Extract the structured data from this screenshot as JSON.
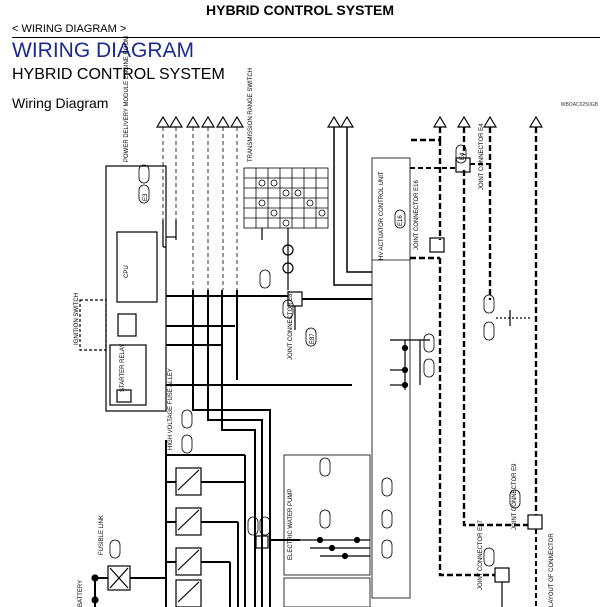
{
  "header": {
    "top_title": "HYBRID CONTROL SYSTEM",
    "breadcrumb": "< WIRING DIAGRAM >"
  },
  "page": {
    "title": "WIRING DIAGRAM",
    "subtitle": "HYBRID CONTROL SYSTEM",
    "section": "Wiring Diagram"
  },
  "diagram": {
    "code": "WBOAC0250GB",
    "labels": {
      "pdm": "POWER DELIVERY MODULE ENGINE ROOM",
      "transmission": "TRANSMISSION RANGE SWITCH",
      "ignition": "IGNITION SWITCH",
      "starter": "STARTER RELAY",
      "joint_e87": "JOINT CONNECTOR E87",
      "hv_fuse": "HIGH VOLTAGE FUSE ALLEY",
      "water_pump": "ELECTRIC WATER PUMP",
      "hv_actuator": "HV ACTUATOR CONTROL UNIT",
      "joint_e4": "JOINT CONNECTOR E4",
      "joint_e16": "JOINT CONNECTOR E16",
      "joint_e9": "JOINT CONNECTOR E9",
      "joint_e17": "JOINT CONNECTOR E17",
      "fusible": "FUSIBLE LINK",
      "battery": "BATTERY",
      "layout": "LAYOUT OF CONNECTOR",
      "cpu": "CPU",
      "joint_e16_tag": "E16",
      "joint_e4_tag": "E4",
      "e87_tag": "E87",
      "e3_tag": "E3"
    }
  }
}
